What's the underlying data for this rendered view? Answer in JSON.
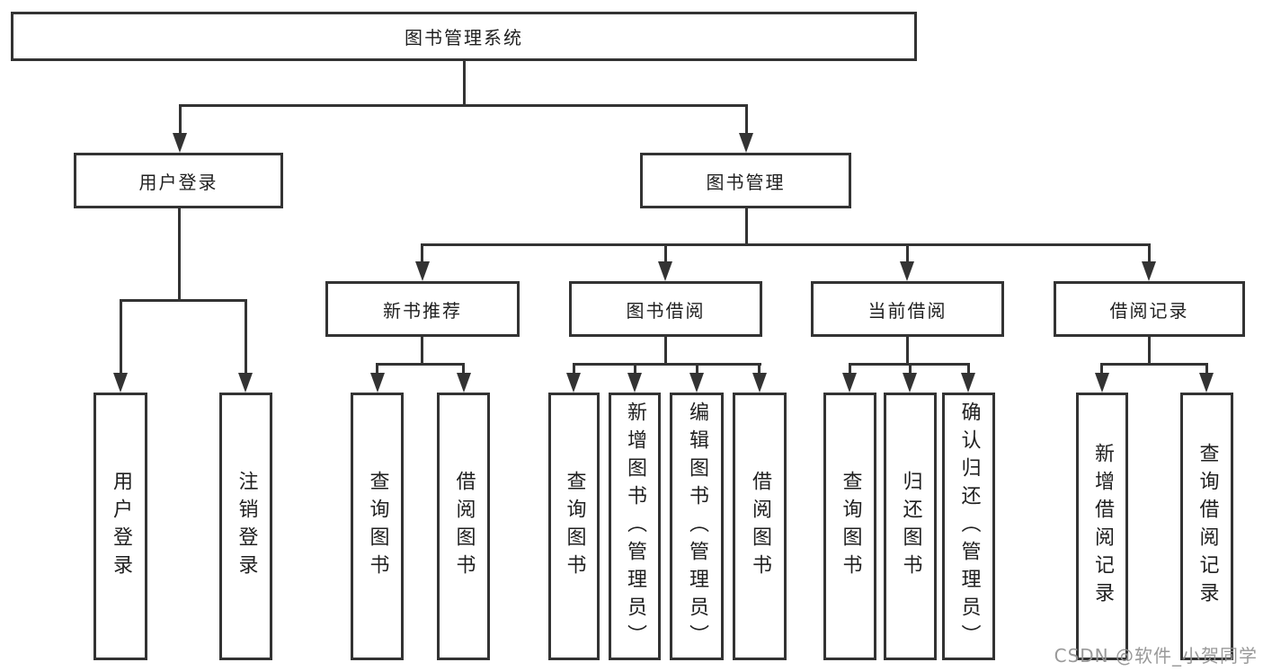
{
  "tree": {
    "root": {
      "label": "图书管理系统"
    },
    "branches": [
      {
        "label": "用户登录",
        "leaves": [
          {
            "label": "用户登录"
          },
          {
            "label": "注销登录"
          }
        ]
      },
      {
        "label": "图书管理",
        "groups": [
          {
            "label": "新书推荐",
            "leaves": [
              {
                "label": "查询图书"
              },
              {
                "label": "借阅图书"
              }
            ]
          },
          {
            "label": "图书借阅",
            "leaves": [
              {
                "label": "查询图书"
              },
              {
                "label": "新增图书（管理员）"
              },
              {
                "label": "编辑图书（管理员）"
              },
              {
                "label": "借阅图书"
              }
            ]
          },
          {
            "label": "当前借阅",
            "leaves": [
              {
                "label": "查询图书"
              },
              {
                "label": "归还图书"
              },
              {
                "label": "确认归还（管理员）"
              }
            ]
          },
          {
            "label": "借阅记录",
            "leaves": [
              {
                "label": "新增借阅记录"
              },
              {
                "label": "查询借阅记录"
              }
            ]
          }
        ]
      }
    ]
  },
  "watermark": "CSDN @软件_小贺同学",
  "colors": {
    "line": "#333333",
    "text": "#1f1f1f",
    "watermark": "#949494",
    "background": "#ffffff"
  }
}
